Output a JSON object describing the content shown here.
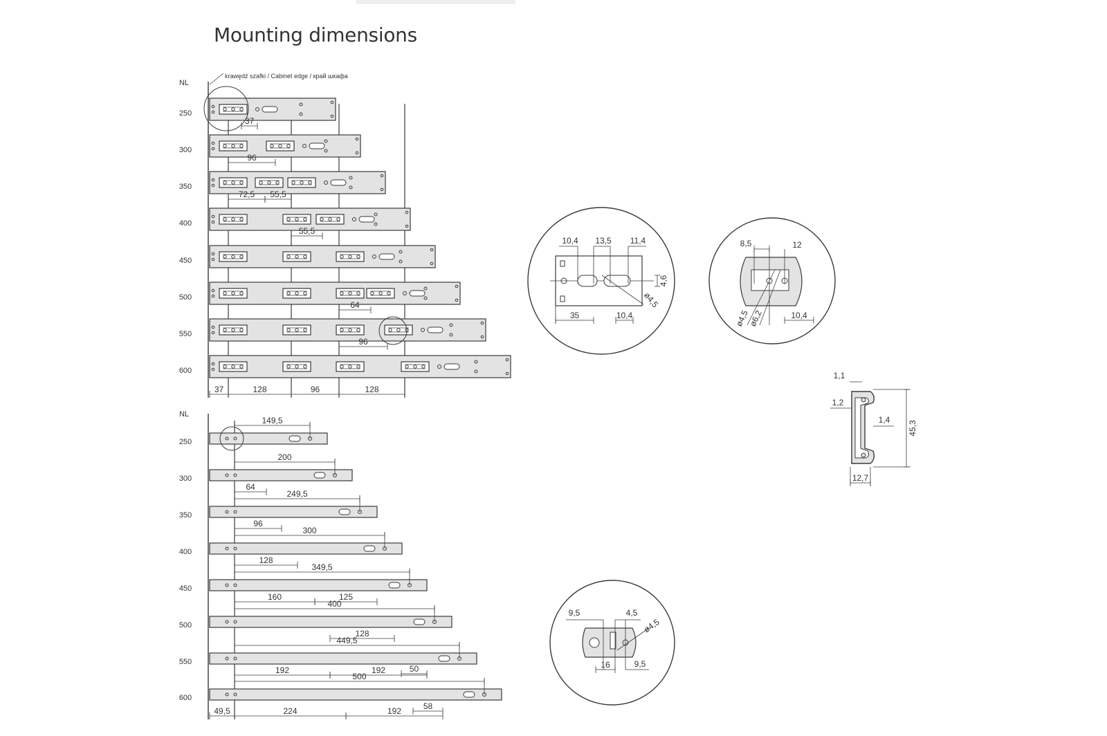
{
  "title": "Mounting dimensions",
  "colors": {
    "line": "#3a3a3a",
    "rail_fill": "#e3e3e3",
    "text": "#333333"
  },
  "cabinet_edge_label": "krawędź szafki / Cabinet edge / край шкафа",
  "nl_label": "NL",
  "drawer_member": {
    "lengths": [
      "250",
      "300",
      "350",
      "400",
      "450",
      "500",
      "550",
      "600"
    ],
    "dims": [
      [
        {
          "t": "37"
        }
      ],
      [
        {
          "t": "96"
        }
      ],
      [
        {
          "t": "72,5"
        },
        {
          "t": "55,5"
        }
      ],
      [
        {
          "t": "55,5"
        }
      ],
      [],
      [
        {
          "t": "64"
        }
      ],
      [
        {
          "t": "96"
        }
      ],
      []
    ],
    "bottom_dims": [
      "37",
      "128",
      "96",
      "128"
    ]
  },
  "cabinet_member": {
    "lengths": [
      "250",
      "300",
      "350",
      "400",
      "450",
      "500",
      "550",
      "600"
    ],
    "top_dims": [
      "149,5",
      "200",
      "249,5",
      "300",
      "349,5",
      "400",
      "449,5",
      "500"
    ],
    "mid_dims": [
      [],
      [
        {
          "t": "64"
        }
      ],
      [
        {
          "t": "96"
        }
      ],
      [
        {
          "t": "128"
        }
      ],
      [
        {
          "t": "160"
        },
        {
          "t": "125"
        }
      ],
      [
        {
          "t": "128"
        }
      ],
      [
        {
          "t": "192"
        },
        {
          "t": "192"
        },
        {
          "t": "50"
        }
      ],
      [
        {
          "t": "58"
        }
      ]
    ],
    "bottom_dims": [
      "49,5",
      "224",
      "192"
    ]
  },
  "detail_a": {
    "labels": [
      "10,4",
      "13,5",
      "11,4",
      "4,6",
      "ø4,5",
      "35",
      "10,4"
    ]
  },
  "detail_b": {
    "labels": [
      "8,5",
      "12",
      "ø4,5",
      "ø6,2",
      "10,4"
    ]
  },
  "detail_c": {
    "labels": [
      "9,5",
      "4,5",
      "ø4,5",
      "16",
      "9,5"
    ]
  },
  "profile": {
    "labels": [
      "1,1",
      "1,2",
      "1,4",
      "45,3",
      "12,7"
    ]
  }
}
